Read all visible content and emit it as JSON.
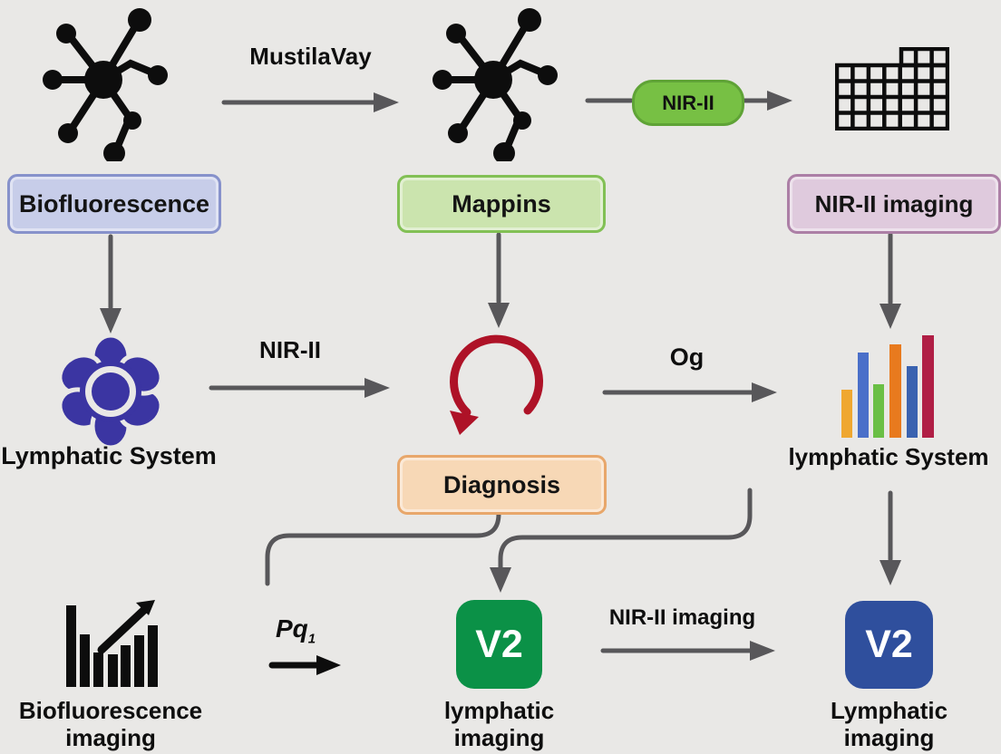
{
  "figure_type": "scientific flow diagram",
  "labels": {
    "mustilavay": "MustilaVay",
    "nir2_pill": "NIR-II",
    "biofluorescence": "Biofluorescence",
    "mappins": "Mappins",
    "nir2_imaging_top": "NIR-II imaging",
    "nir2_mid": "NIR-II",
    "og": "Og",
    "lymphatic_system_left": "Lymphatic System",
    "diagnosis": "Diagnosis",
    "lymphatic_system_right": "lymphatic System",
    "biofluorescence_imaging_line1": "Biofluorescence",
    "biofluorescence_imaging_line2": "imaging",
    "pq_base": "Pq",
    "pq_sub": "1",
    "v2_green": "V2",
    "v2_green_caption_line1": "lymphatic",
    "v2_green_caption_line2": "imaging",
    "nir2_imaging_bottom": "NIR-II imaging",
    "v2_blue": "V2",
    "v2_blue_caption_line1": "Lymphatic",
    "v2_blue_caption_line2": "imaging"
  },
  "icons": {
    "top_left": "molecule-network-icon",
    "top_center": "molecule-network-icon",
    "top_right": "detector-grid-icon",
    "mid_left": "lymph-node-flower-icon",
    "mid_center": "cycle-arrow-icon",
    "mid_right": "colored-bar-chart-icon",
    "bottom_left": "bar-chart-trend-icon"
  },
  "colors": {
    "background": "#E9E8E6",
    "arrow_gray": "#58575A",
    "black_icon": "#0D0D0D",
    "biofluorescence_box_fill": "#C7CDE9",
    "biofluorescence_box_border": "#8792CB",
    "mappins_box_fill": "#CBE4AE",
    "mappins_box_border": "#82C055",
    "nir2_imaging_box_fill": "#DFCADD",
    "nir2_imaging_box_border": "#AC7FA6",
    "diagnosis_box_fill": "#F7D8B6",
    "diagnosis_box_border": "#E8A76B",
    "nir2_pill_fill": "#77C044",
    "nir2_pill_border": "#5FA336",
    "v2_green": "#0B9147",
    "v2_blue": "#2F4F9D",
    "cycle_red": "#AE1227",
    "flower_indigo": "#3B35A2",
    "icon_bar_colors": [
      "#EFA730",
      "#4A6FC9",
      "#6ABF45",
      "#E87A1E",
      "#3A62B0",
      "#B01E45"
    ]
  }
}
